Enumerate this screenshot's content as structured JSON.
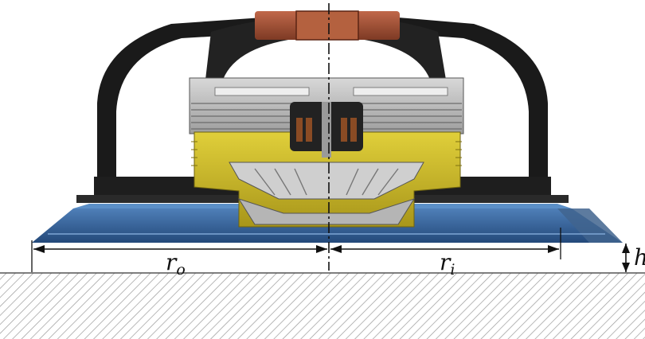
{
  "labels": {
    "r_o": "r",
    "r_o_sub": "o",
    "r_i": "r",
    "r_i_sub": "i",
    "h": "h"
  },
  "colors": {
    "ground_hatch": "#9a9a9a",
    "skirt_blue": "#2f5e93",
    "skirt_light": "#5b8fc7",
    "frame_black": "#1a1a1a",
    "motor_gold": "#c9b51e",
    "housing_gray": "#b9b9b9",
    "top_copper": "#a8553a"
  }
}
